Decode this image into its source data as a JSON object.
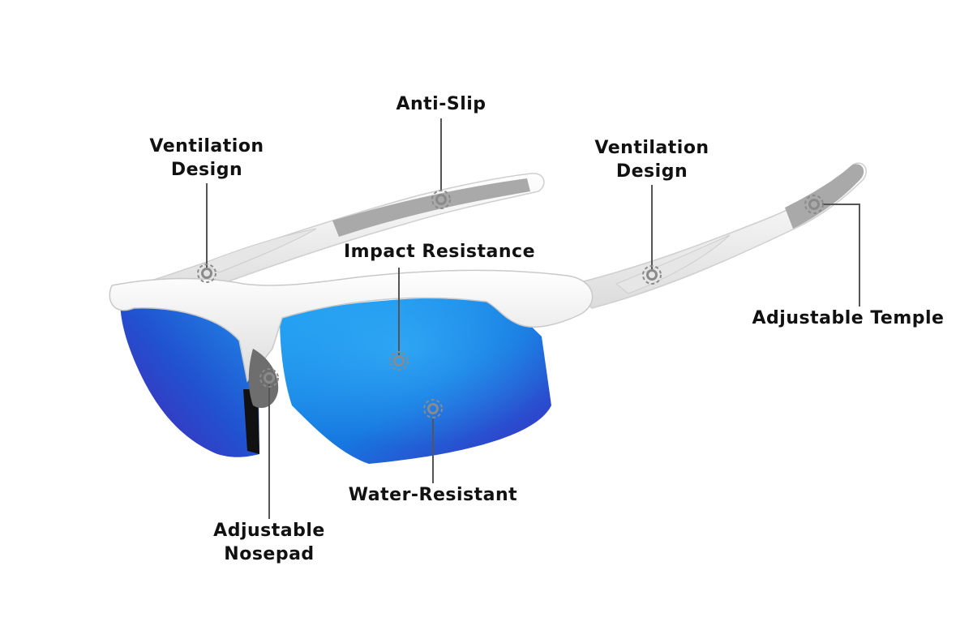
{
  "colors": {
    "frame": "#f4f4f4",
    "frame_shadow": "#c9c9c9",
    "grip": "#a9a9a9",
    "lens_light": "#22a2f2",
    "lens_mid": "#1678e0",
    "lens_dark": "#3a2bc0",
    "leader_line": "#555555",
    "marker": "#8a8a8a",
    "label_text": "#111111"
  },
  "callouts": {
    "anti_slip": {
      "label": "Anti-Slip"
    },
    "ventilation_left": {
      "line1": "Ventilation",
      "line2": "Design"
    },
    "ventilation_right": {
      "line1": "Ventilation",
      "line2": "Design"
    },
    "impact_resistance": {
      "label": "Impact Resistance"
    },
    "adjustable_temple": {
      "label": "Adjustable Temple"
    },
    "water_resistant": {
      "label": "Water-Resistant"
    },
    "adjustable_nosepad": {
      "line1": "Adjustable",
      "line2": "Nosepad"
    }
  }
}
